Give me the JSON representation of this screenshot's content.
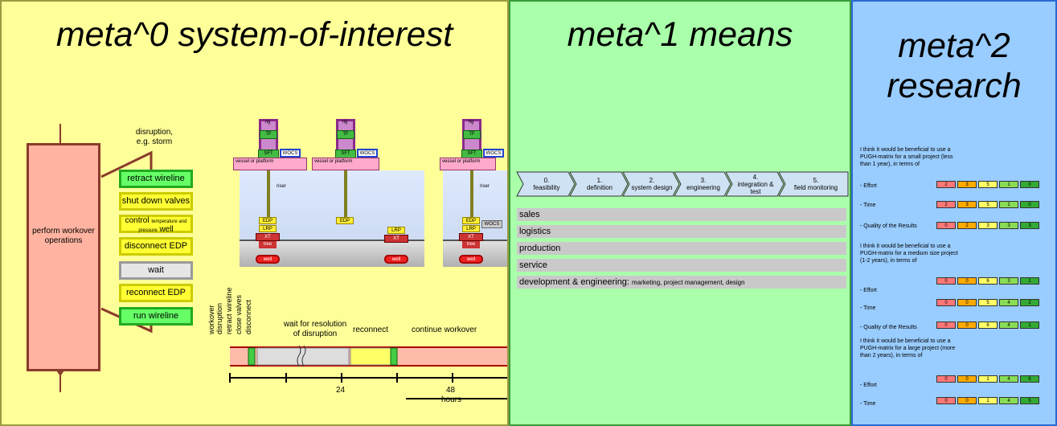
{
  "panels": {
    "meta0": {
      "title": "meta^0 system-of-interest"
    },
    "meta1": {
      "title": "meta^1 means"
    },
    "meta2": {
      "title_line1": "meta^2",
      "title_line2": "research"
    }
  },
  "process": {
    "main_label": "perform workover operations",
    "disruption_label_1": "disruption,",
    "disruption_label_2": "e.g. storm",
    "actions": [
      {
        "label": "retract wireline"
      },
      {
        "label": "shut down valves"
      },
      {
        "label": "disconnect EDP"
      },
      {
        "label": "wait"
      },
      {
        "label": "reconnect EDP"
      },
      {
        "label": "run wireline"
      }
    ],
    "control_big": "control",
    "control_small": "temperature and pressure",
    "control_end": "well"
  },
  "rig": {
    "rig": "rig",
    "tf": "TF",
    "sft": "SFT",
    "wocs": "WOCS",
    "vessel": "vessel or platform",
    "riser": "riser",
    "edp": "EDP",
    "lrp": "LRP",
    "xt": "XT",
    "tree": "tree",
    "well": "well"
  },
  "timeline": {
    "vertical_labels": [
      "workover",
      "disruption",
      "retract wireline",
      "close valves",
      "disconnect"
    ],
    "wait_label_1": "wait for resolution",
    "wait_label_2": "of disruption",
    "reconnect": "reconnect",
    "continue": "continue workover",
    "tick_24": "24",
    "tick_48": "48",
    "unit": "hours"
  },
  "means": {
    "phases": [
      {
        "num": "0.",
        "name": "feasibility"
      },
      {
        "num": "1.",
        "name": "definition"
      },
      {
        "num": "2.",
        "name": "system design"
      },
      {
        "num": "3.",
        "name": "engineering"
      },
      {
        "num": "4.",
        "name": "integration & test"
      },
      {
        "num": "5.",
        "name": "field monitoring"
      }
    ],
    "functions": [
      "sales",
      "logistics",
      "production",
      "service"
    ],
    "dev_main": "development & engineering:",
    "dev_sub": "marketing, project management, design"
  },
  "research": {
    "colors": {
      "red": "#ff7777",
      "orange": "#ffaa00",
      "yellow": "#ffff66",
      "lightgreen": "#88dd55",
      "green": "#33aa33"
    },
    "questions": [
      {
        "text": "I think it would be beneficial to use a PUGH-matrix for a small project (less than 1 year), in terms of",
        "rows": [
          {
            "label": "- Effort",
            "values": [
              "2",
              "3",
              "5",
              "1",
              "0"
            ]
          },
          {
            "label": "- Time",
            "values": [
              "2",
              "3",
              "5",
              "1",
              "0"
            ]
          },
          {
            "label": "- Quality of the Results",
            "values": [
              "0",
              "2",
              "3",
              "3",
              "3"
            ]
          }
        ]
      },
      {
        "text": "I think it would be beneficial to use a PUGH-matrix for a medium size project (1-2 years), in terms of",
        "rows": [
          {
            "label": "- Effort",
            "values": [
              "0",
              "0",
              "6",
              "3",
              "1"
            ]
          },
          {
            "label": "- Time",
            "values": [
              "0",
              "0",
              "5",
              "4",
              "2"
            ]
          },
          {
            "label": "- Quality of the Results",
            "values": [
              "0",
              "0",
              "6",
              "4",
              "1"
            ]
          }
        ]
      },
      {
        "text": "I think it would be beneficial to use a PUGH-matrix for a large project (more than 2 years), in terms of",
        "rows": [
          {
            "label": "- Effort",
            "values": [
              "0",
              "0",
              "1",
              "4",
              "6"
            ]
          },
          {
            "label": "- Time",
            "values": [
              "0",
              "0",
              "1",
              "4",
              "5"
            ]
          }
        ]
      }
    ]
  }
}
